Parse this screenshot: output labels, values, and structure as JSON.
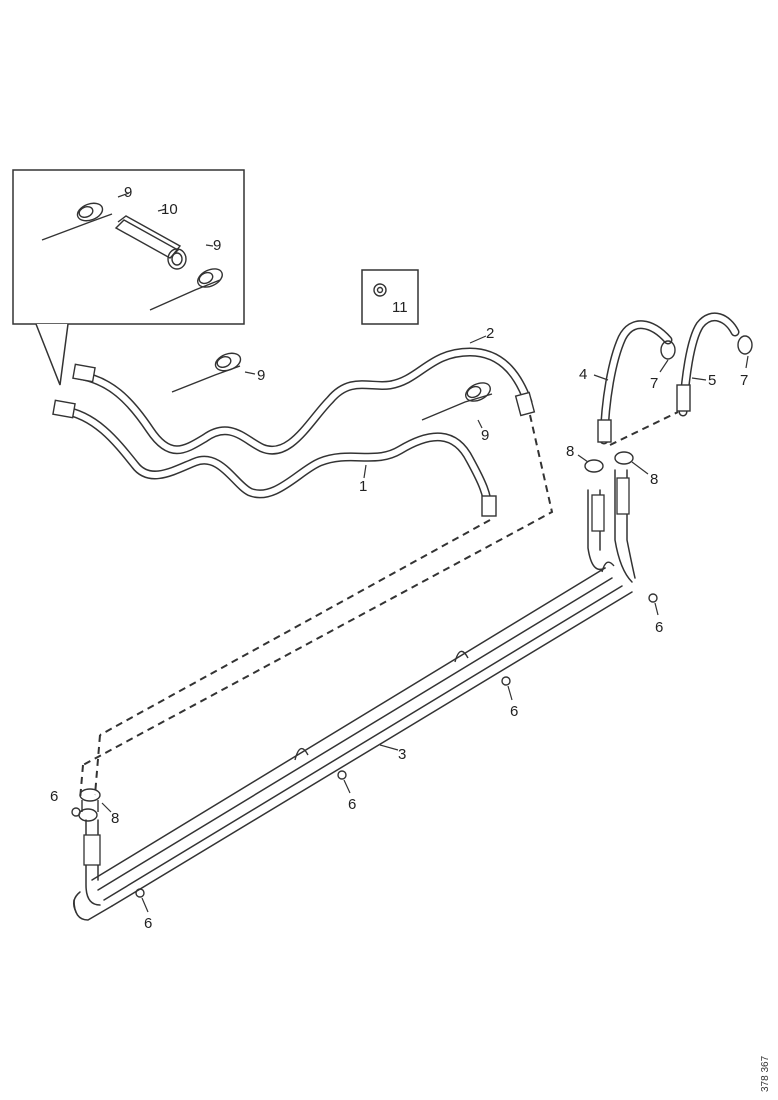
{
  "diagram": {
    "callouts": {
      "c1": "1",
      "c2": "2",
      "c3": "3",
      "c4": "4",
      "c5": "5",
      "c6a": "6",
      "c6b": "6",
      "c6c": "6",
      "c6d": "6",
      "c6e": "6",
      "c7a": "7",
      "c7b": "7",
      "c8a": "8",
      "c8b": "8",
      "c8c": "8",
      "c9a": "9",
      "c9b": "9",
      "c9c": "9",
      "c9d": "9",
      "c10": "10",
      "c11": "11"
    },
    "reference_code": "378 367"
  }
}
